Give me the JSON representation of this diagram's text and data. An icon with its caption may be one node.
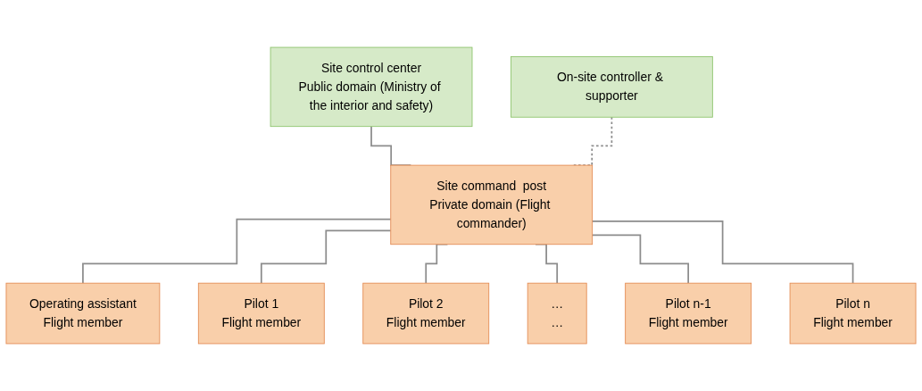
{
  "diagram": {
    "nodes": [
      {
        "text": [
          "Site control center",
          "Public domain (Ministry of the interior and safety)"
        ]
      },
      {
        "text": [
          "On-site controller & supporter"
        ]
      },
      {
        "text": [
          "Site command  post",
          "Private domain (Flight commander)"
        ]
      },
      {
        "text": [
          "Operating assistant",
          "Flight member"
        ]
      },
      {
        "text": [
          "Pilot 1",
          "Flight member"
        ]
      },
      {
        "text": [
          "Pilot 2",
          "Flight member"
        ]
      },
      {
        "text": [
          "…",
          "…"
        ]
      },
      {
        "text": [
          "Pilot n-1",
          "Flight member"
        ]
      },
      {
        "text": [
          "Pilot n",
          "Flight member"
        ]
      }
    ],
    "edges": [
      {
        "from": 0,
        "to": 2,
        "arrow": "none"
      },
      {
        "from": 1,
        "to": 2,
        "arrow": "none",
        "style": "dashed"
      },
      {
        "from": 2,
        "to": 3,
        "arrow": "none"
      },
      {
        "from": 2,
        "to": 4,
        "arrow": "none"
      },
      {
        "from": 2,
        "to": 5,
        "arrow": "none"
      },
      {
        "from": 2,
        "to": 6,
        "arrow": "none"
      },
      {
        "from": 2,
        "to": 7,
        "arrow": "none"
      },
      {
        "from": 2,
        "to": 8,
        "arrow": "none"
      }
    ]
  }
}
